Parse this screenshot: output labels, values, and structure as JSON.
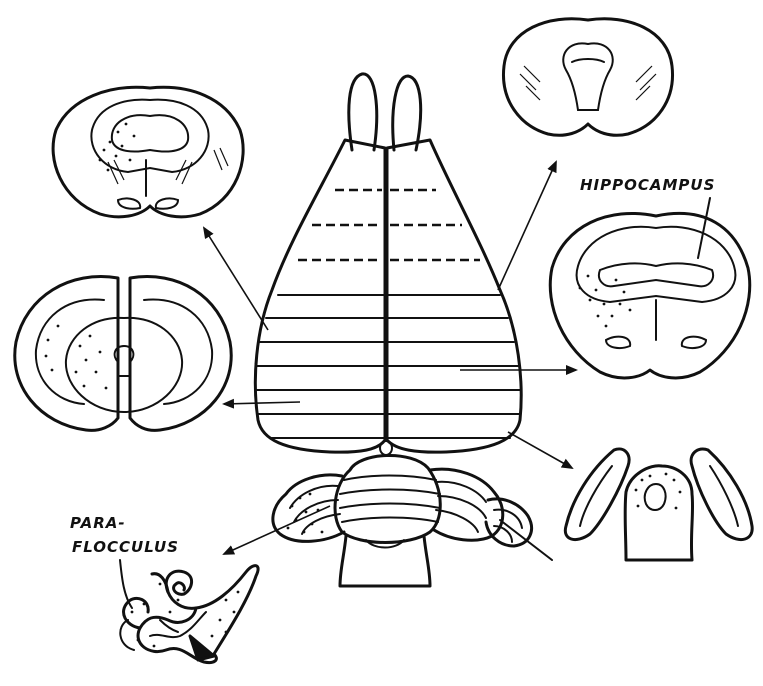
{
  "labels": {
    "hippocampus": "HIPPOCAMPUS",
    "paraflocculus_line1": "PARA-",
    "paraflocculus_line2": "FLOCCULUS"
  },
  "colors": {
    "ink": "#111111",
    "paper": "#ffffff"
  }
}
